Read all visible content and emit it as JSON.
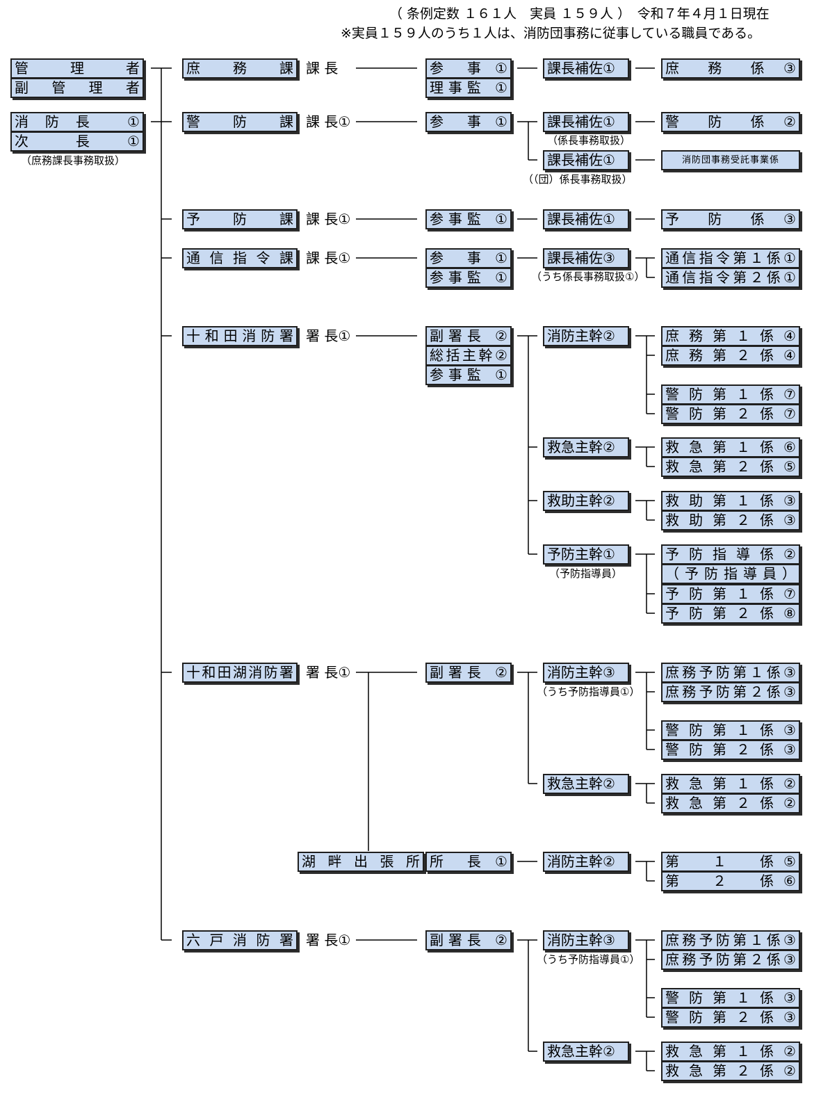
{
  "header": {
    "line1": "（ 条例定数 １６１人　実員 １５９人 ）　令和７年４月１日現在",
    "line2": "※実員１５９人のうち１人は、消防団事務に従事している職員である。"
  },
  "top": {
    "kanrisha": "管　理　者",
    "fuku_kanrisha": "副 管 理 者",
    "shoubouchou": "消防長 ①",
    "jichou": "次　長 ①",
    "jichou_note": "（庶務課長事務取扱）"
  },
  "units": {
    "shomu": {
      "name": "庶　務　課",
      "head": "課 長",
      "l2": [
        "参　事 ①",
        "理事監 ①"
      ],
      "l3": "課長補佐①",
      "l4": [
        "庶　務　係 ③"
      ]
    },
    "keibou": {
      "name": "警　防　課",
      "head": "課 長①",
      "l2": [
        "参　事 ①"
      ],
      "l3a": "課長補佐①",
      "l3a_note": "（係長事務取扱）",
      "l3b": "課長補佐①",
      "l3b_note": "（（団）係長事務取扱）",
      "l4a": "警　防　係 ②",
      "l4b": "消防団事務受託事業係"
    },
    "yobou": {
      "name": "予　防　課",
      "head": "課 長①",
      "l2": [
        "参事監 ①"
      ],
      "l3": "課長補佐①",
      "l4": [
        "予　防　係 ③"
      ]
    },
    "tsushin": {
      "name": "通信指令課",
      "head": "課 長①",
      "l2": [
        "参　事 ①",
        "参事監 ①"
      ],
      "l3": "課長補佐③",
      "l3_note": "（うち係長事務取扱①）",
      "l4": [
        "通信指令第１係①",
        "通信指令第２係①"
      ]
    },
    "towada": {
      "name": "十和田消防署",
      "head": "署 長①",
      "l2": [
        "副署長 ②",
        "総括主幹②",
        "参事監 ①"
      ],
      "g1": "消防主幹②",
      "g1_items": [
        "庶務第１係④",
        "庶務第２係④",
        "警防第１係⑦",
        "警防第２係⑦"
      ],
      "g2": "救急主幹②",
      "g2_items": [
        "救急第１係⑥",
        "救急第２係⑤"
      ],
      "g3": "救助主幹②",
      "g3_items": [
        "救助第１係③",
        "救助第２係③"
      ],
      "g4": "予防主幹①",
      "g4_note": "（予防指導員）",
      "g4_items": [
        "予防指導係②",
        "（予防指導員）",
        "予防第１係⑦",
        "予防第２係⑧"
      ]
    },
    "towadako": {
      "name": "十和田湖消防署",
      "head": "署 長①",
      "l2": [
        "副署長 ②"
      ],
      "g1": "消防主幹③",
      "g1_note": "（うち予防指導員①）",
      "g1_items": [
        "庶務予防第１係③",
        "庶務予防第２係③",
        "警防第１係③",
        "警防第２係③"
      ],
      "g2": "救急主幹②",
      "g2_items": [
        "救急第１係②",
        "救急第２係②"
      ],
      "branch": "湖畔出張所",
      "branch_head": "所　長 ①",
      "branch_l3": "消防主幹②",
      "branch_items": [
        "第　１　係⑤",
        "第　２　係⑥"
      ]
    },
    "rokunohe": {
      "name": "六戸消防署",
      "head": "署 長①",
      "l2": [
        "副署長 ②"
      ],
      "g1": "消防主幹③",
      "g1_note": "（うち予防指導員①）",
      "g1_items": [
        "庶務予防第１係③",
        "庶務予防第２係③",
        "警防第１係③",
        "警防第２係③"
      ],
      "g2": "救急主幹②",
      "g2_items": [
        "救急第１係②",
        "救急第２係②"
      ]
    }
  },
  "colors": {
    "box_fill": "#c9daf1",
    "line": "#000000"
  }
}
